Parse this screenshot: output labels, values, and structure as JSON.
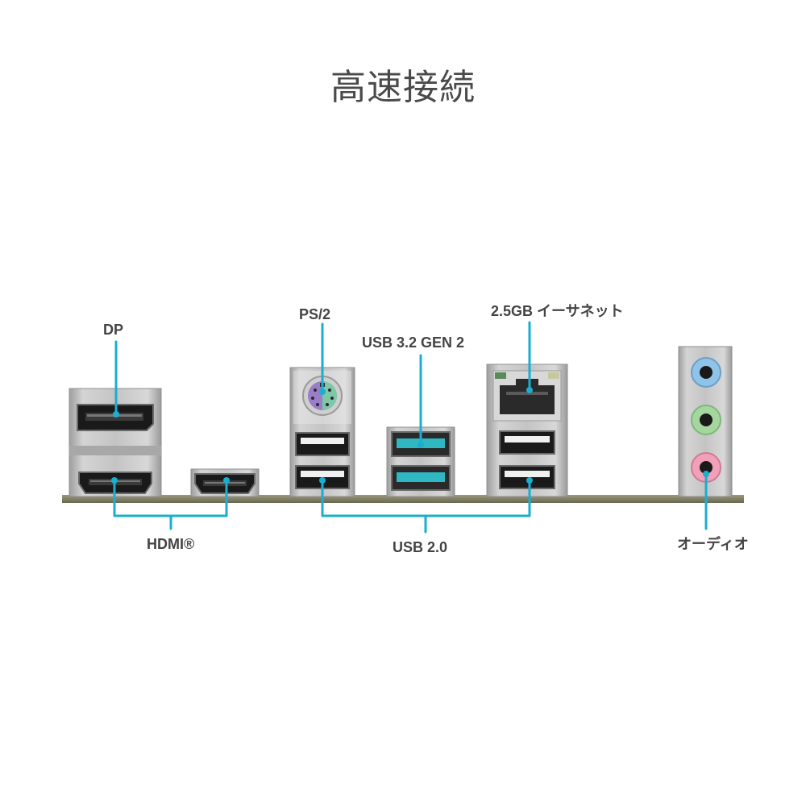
{
  "title": "高速接続",
  "colors": {
    "accent": "#1aaed0",
    "bracket": "#b8b8b8",
    "board": "#8a8a6a",
    "usb3": "#2fb7c2",
    "ps2": "#9a7ec8",
    "audio_blue": "#8fc3e8",
    "audio_green": "#a6d6a0",
    "audio_pink": "#f0a0b8"
  },
  "labels": {
    "dp": "DP",
    "ps2": "PS/2",
    "usb32": "USB 3.2 GEN 2",
    "ethernet": "2.5GB イーサネット",
    "hdmi": "HDMI®",
    "usb20": "USB 2.0",
    "audio": "オーディオ"
  }
}
